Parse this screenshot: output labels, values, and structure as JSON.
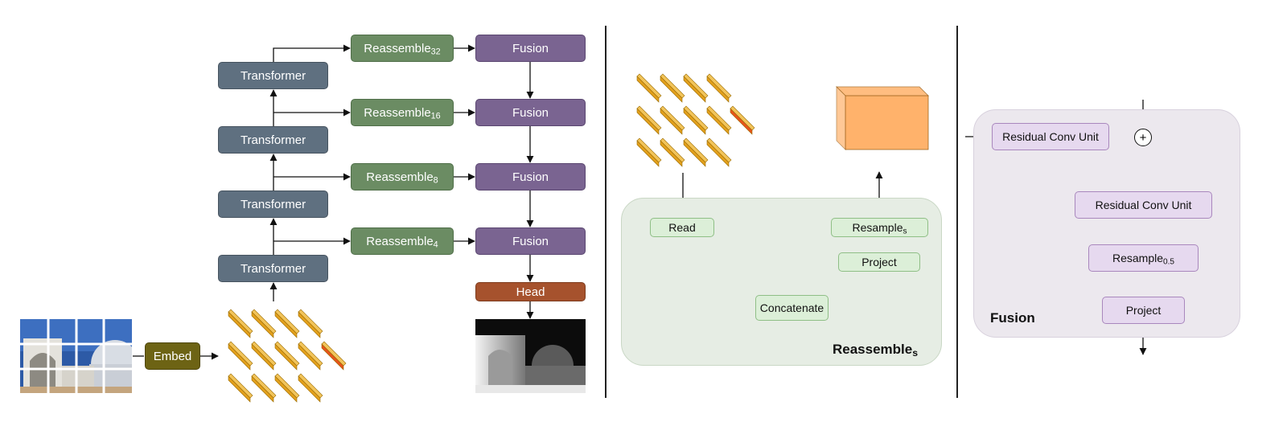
{
  "encoder": {
    "transformer_label": "Transformer",
    "embed_label": "Embed"
  },
  "reassemble_blocks": [
    {
      "base": "Reassemble",
      "sub": "32"
    },
    {
      "base": "Reassemble",
      "sub": "16"
    },
    {
      "base": "Reassemble",
      "sub": "8"
    },
    {
      "base": "Reassemble",
      "sub": "4"
    }
  ],
  "decoder": {
    "fusion_label": "Fusion",
    "head_label": "Head"
  },
  "reassemble_detail": {
    "read_label": "Read",
    "concatenate_label": "Concatenate",
    "project_label": "Project",
    "resample_base": "Resample",
    "resample_sub": "s",
    "title_base": "Reassemble",
    "title_sub": "s"
  },
  "fusion_detail": {
    "rcu_label": "Residual Conv Unit",
    "resample_base": "Resample",
    "resample_sub": "0.5",
    "project_label": "Project",
    "plus_symbol": "+",
    "title": "Fusion"
  },
  "colors": {
    "transformer": "#5f7080",
    "reassemble": "#6b8c63",
    "fusion": "#7a6491",
    "head": "#a6522d",
    "embed": "#6d6314",
    "token": "#e3a01c",
    "token_highlight": "#e8531a",
    "feature_map": "#ffb26b",
    "feature_small": "#e0c200"
  }
}
